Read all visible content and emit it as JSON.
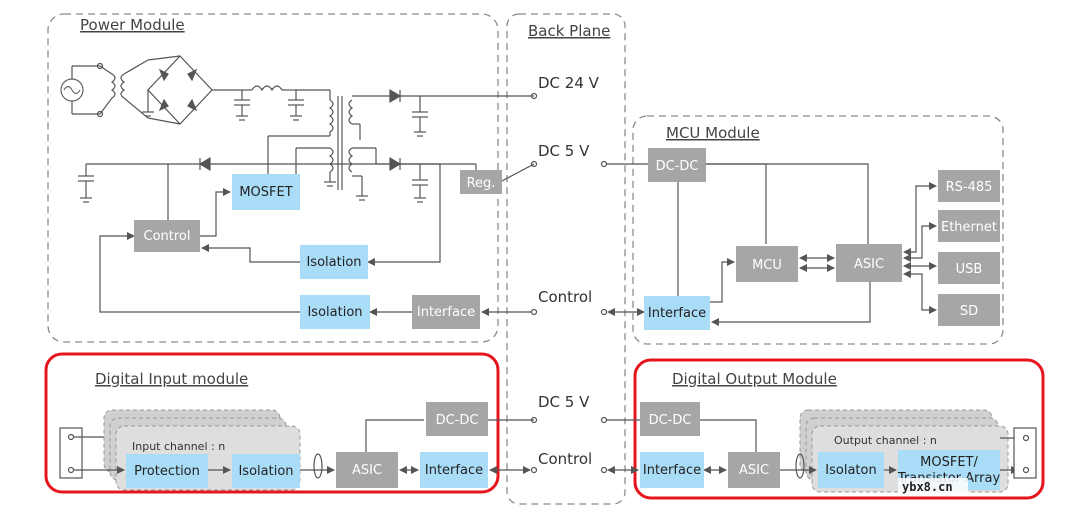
{
  "colors": {
    "gray_box": "#a6a6a6",
    "blue_box": "#a9dcf7",
    "wire": "#555555",
    "dashed_border": "#8c8c8c",
    "highlight": "#e6151c"
  },
  "labels": {
    "power_module": "Power Module",
    "back_plane": "Back Plane",
    "mcu_module": "MCU Module",
    "digital_input_module": "Digital Input module",
    "digital_output_module": "Digital Output Module",
    "dc24v": "DC 24 V",
    "dc5v_top": "DC 5 V",
    "control_top": "Control",
    "dc5v_bottom": "DC 5 V",
    "control_bottom": "Control",
    "input_channel": "Input channel : n",
    "output_channel": "Output channel : n",
    "watermark": "ybx8.cn"
  },
  "boxes": {
    "mosfet": "MOSFET",
    "control": "Control",
    "isolation_1": "Isolation",
    "isolation_2": "Isolation",
    "interface_power": "Interface",
    "reg": "Reg.",
    "dcdc_mcu": "DC-DC",
    "mcu": "MCU",
    "asic_mcu": "ASIC",
    "interface_mcu": "Interface",
    "rs485": "RS-485",
    "ethernet": "Ethernet",
    "usb": "USB",
    "sd": "SD",
    "protection": "Protection",
    "isolation_in": "Isolation",
    "asic_in": "ASIC",
    "interface_in": "Interface",
    "dcdc_in": "DC-DC",
    "dcdc_out": "DC-DC",
    "interface_out": "Interface",
    "asic_out": "ASIC",
    "isolaton_out": "Isolaton",
    "mosfet_array_line1": "MOSFET/",
    "mosfet_array_line2": "Transistor Array"
  }
}
